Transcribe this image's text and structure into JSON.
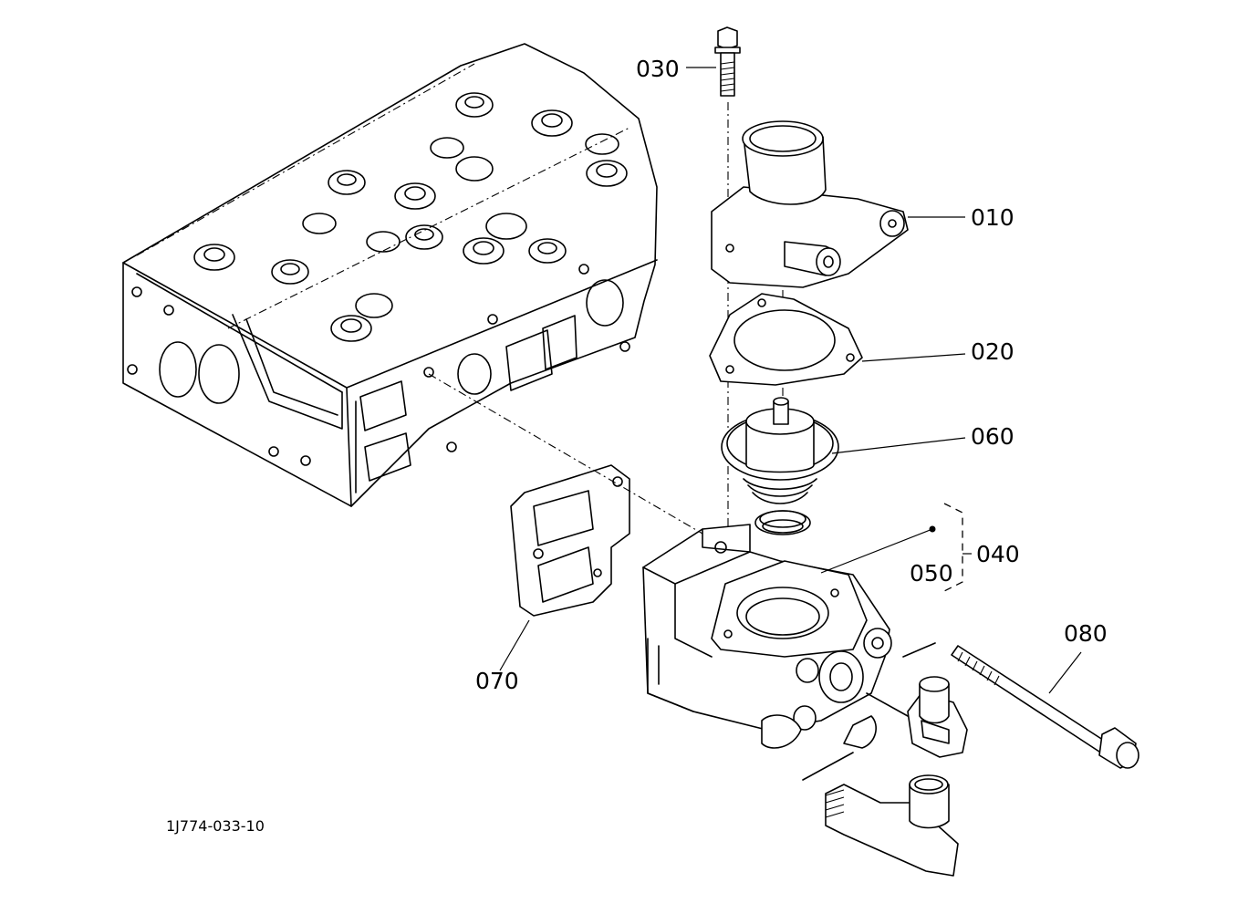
{
  "diagram": {
    "reference_code": "1J774-033-10",
    "callouts": [
      {
        "id": "010",
        "label": "010"
      },
      {
        "id": "020",
        "label": "020"
      },
      {
        "id": "030",
        "label": "030"
      },
      {
        "id": "040",
        "label": "040"
      },
      {
        "id": "050",
        "label": "050"
      },
      {
        "id": "060",
        "label": "060"
      },
      {
        "id": "070",
        "label": "070"
      },
      {
        "id": "080",
        "label": "080"
      }
    ]
  }
}
